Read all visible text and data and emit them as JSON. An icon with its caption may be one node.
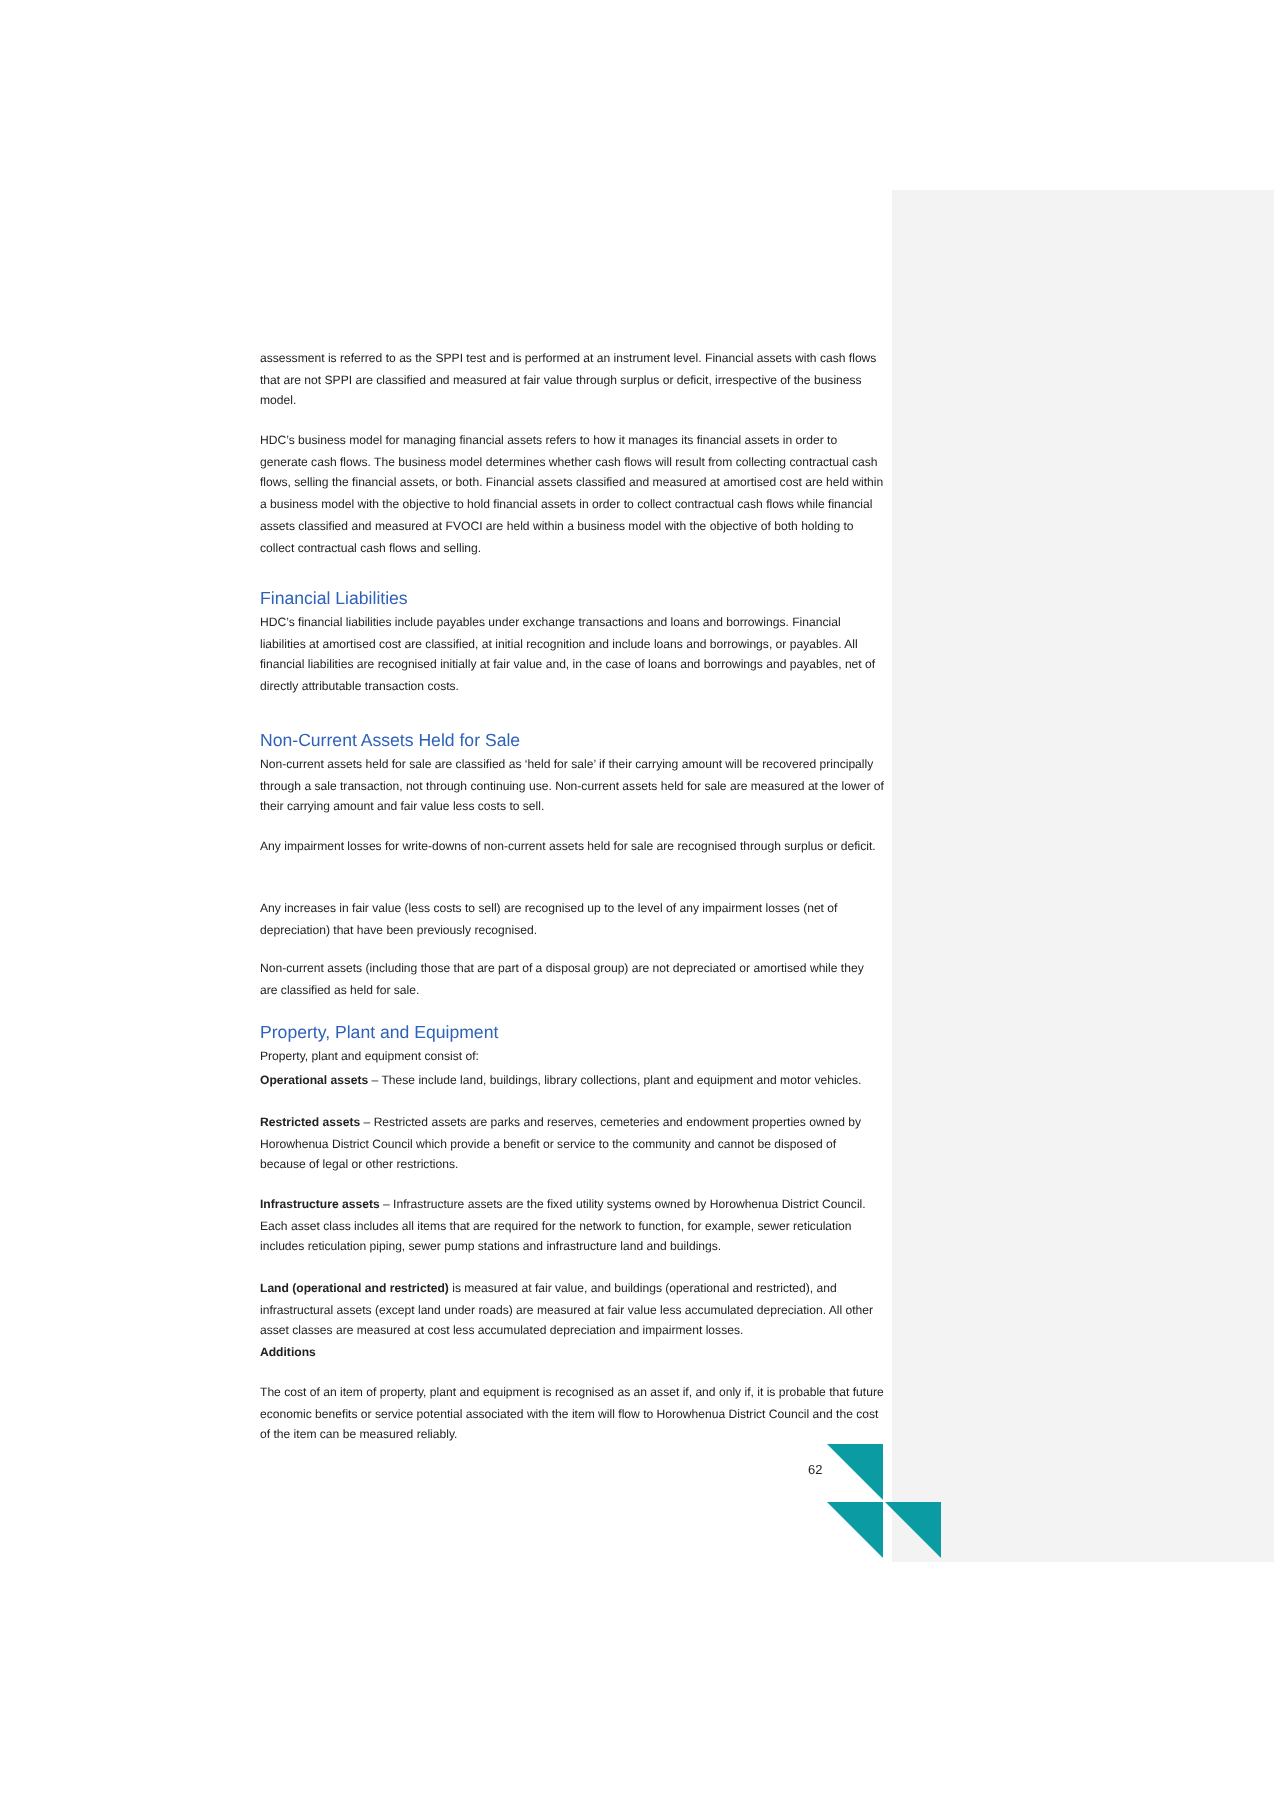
{
  "diagram": {
    "nodes": [
      {
        "text": [],
        "shape": "box"
      }
    ],
    "labels": [
      "assessment is referred to as the SPPI test and is performed at an instrument level. Financial assets with cash flows that are not SPPI are classified and measured at fair value through surplus or deficit, irrespective of the business model.",
      "HDC’s business model for managing financial assets refers to how it manages its financial assets in order to generate cash flows. The business model determines whether cash flows will result from collecting contractual cash flows, selling the financial assets, or both. Financial assets classified and measured at amortised cost are held within a business model with the objective to hold financial assets in order to collect contractual cash flows while financial assets classified and measured at FVOCI are held within a business model with the objective of both holding to collect contractual cash flows and selling.",
      "Financial Liabilities",
      "HDC’s financial liabilities include payables under exchange transactions and loans and borrowings. Financial liabilities at amortised cost are classified, at initial recognition and include loans and borrowings, or payables. All financial liabilities are recognised initially at fair value and, in the case of loans and borrowings and payables, net of directly attributable transaction costs.",
      "Non-Current Assets Held for Sale",
      "Non-current assets held for sale are classified as ‘held for sale’ if their carrying amount will be recovered principally through a sale transaction, not through continuing use. Non-current assets held for sale are measured at the lower of their carrying amount and fair value less costs to sell.",
      "Any impairment losses for write-downs of non-current assets held for sale are recognised through surplus or deficit.",
      "Any increases in fair value (less costs to sell) are recognised up to the level of any impairment losses (net of depreciation) that have been previously recognised.",
      "Non-current assets (including those that are part of a disposal group) are not depreciated or amortised while they are classified as held for sale.",
      "Property, Plant and Equipment",
      "Property, plant and equipment consist of:",
      "**Operational assets** – These include land, buildings, library collections, plant and equipment and motor vehicles.",
      "**Restricted assets** – Restricted assets are parks and reserves, cemeteries and endowment properties owned by Horowhenua District Council which provide a benefit or service to the community and cannot be disposed of because of legal or other restrictions.",
      "**Infrastructure assets** – Infrastructure assets are the fixed utility systems owned by Horowhenua District Council. Each asset class includes all items that are required for the network to function, for example, sewer reticulation includes reticulation piping, sewer pump stations and infrastructure land and buildings.",
      "**Land (operational and restricted)** is measured at fair value, and buildings (operational and restricted), and infrastructural assets (except land under roads) are measured at fair value less accumulated depreciation. All other asset classes are measured at cost less accumulated depreciation and impairment losses.",
      "Additions",
      "The cost of an item of property, plant and equipment is recognised as an asset if, and only if, it is probable that future economic benefits or service potential associated with the item will flow to Horowhenua District Council and the cost of the item can be measured reliably.",
      "62"
    ]
  }
}
